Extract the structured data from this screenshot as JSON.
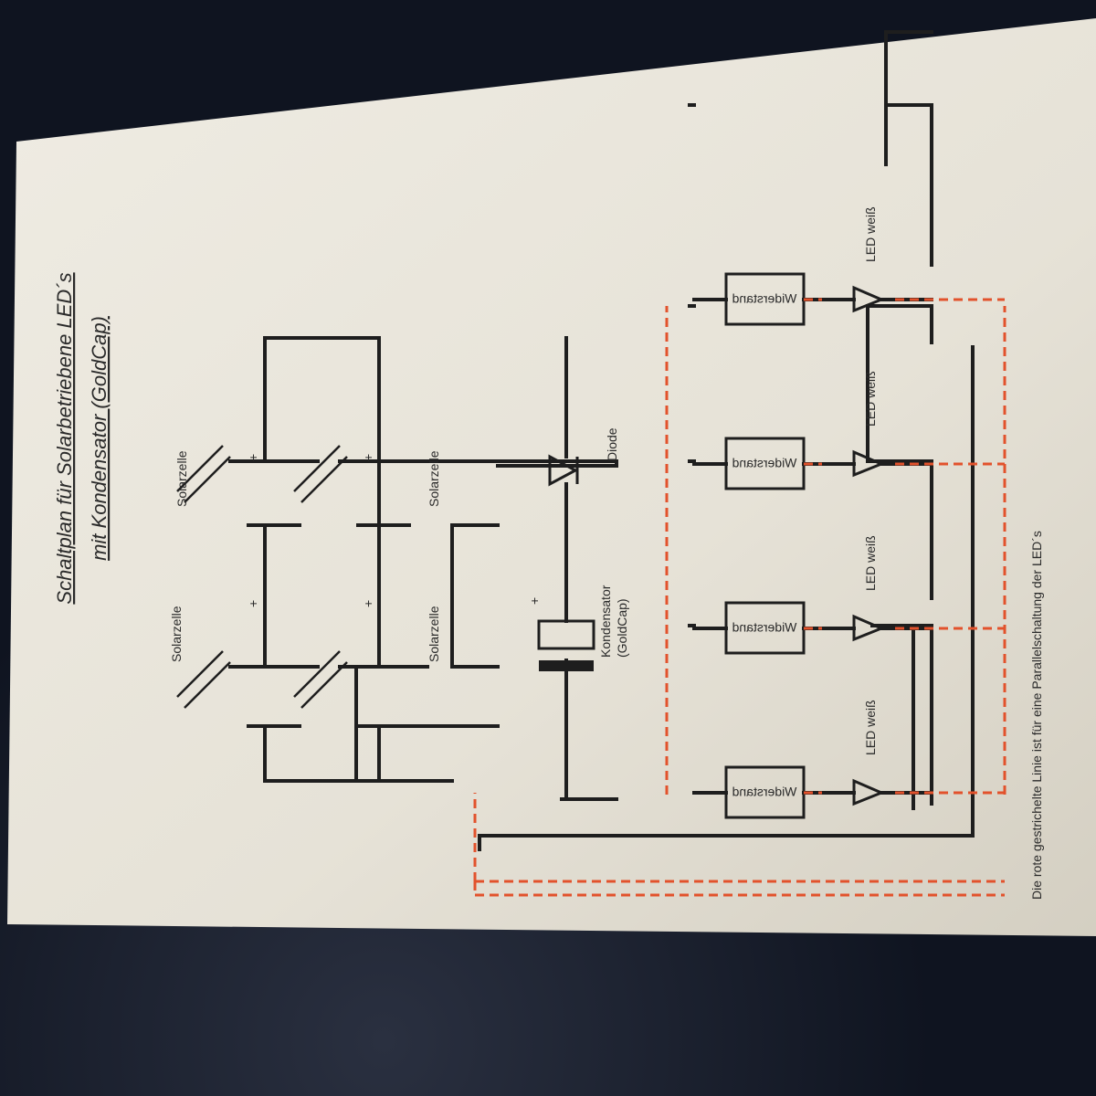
{
  "title": {
    "line1": "Schaltplan für Solarbetriebene LED´s",
    "line2": "mit Kondensator (GoldCap)"
  },
  "components": {
    "solar_label": "Solarzelle",
    "plus": "+",
    "diode_label": "Diode",
    "capacitor_label_1": "Kondensator",
    "capacitor_label_2": "(GoldCap)",
    "resistor_label": "Widerstand",
    "led_label": "LED weiß"
  },
  "footnote": "Die rote gestrichelte Linie ist für eine Parallelschaltung der LED´s",
  "colors": {
    "paper": "#ece9df",
    "wire": "#1e1e1e",
    "dashed_line": "#e2522c",
    "background": "#0f1420"
  }
}
